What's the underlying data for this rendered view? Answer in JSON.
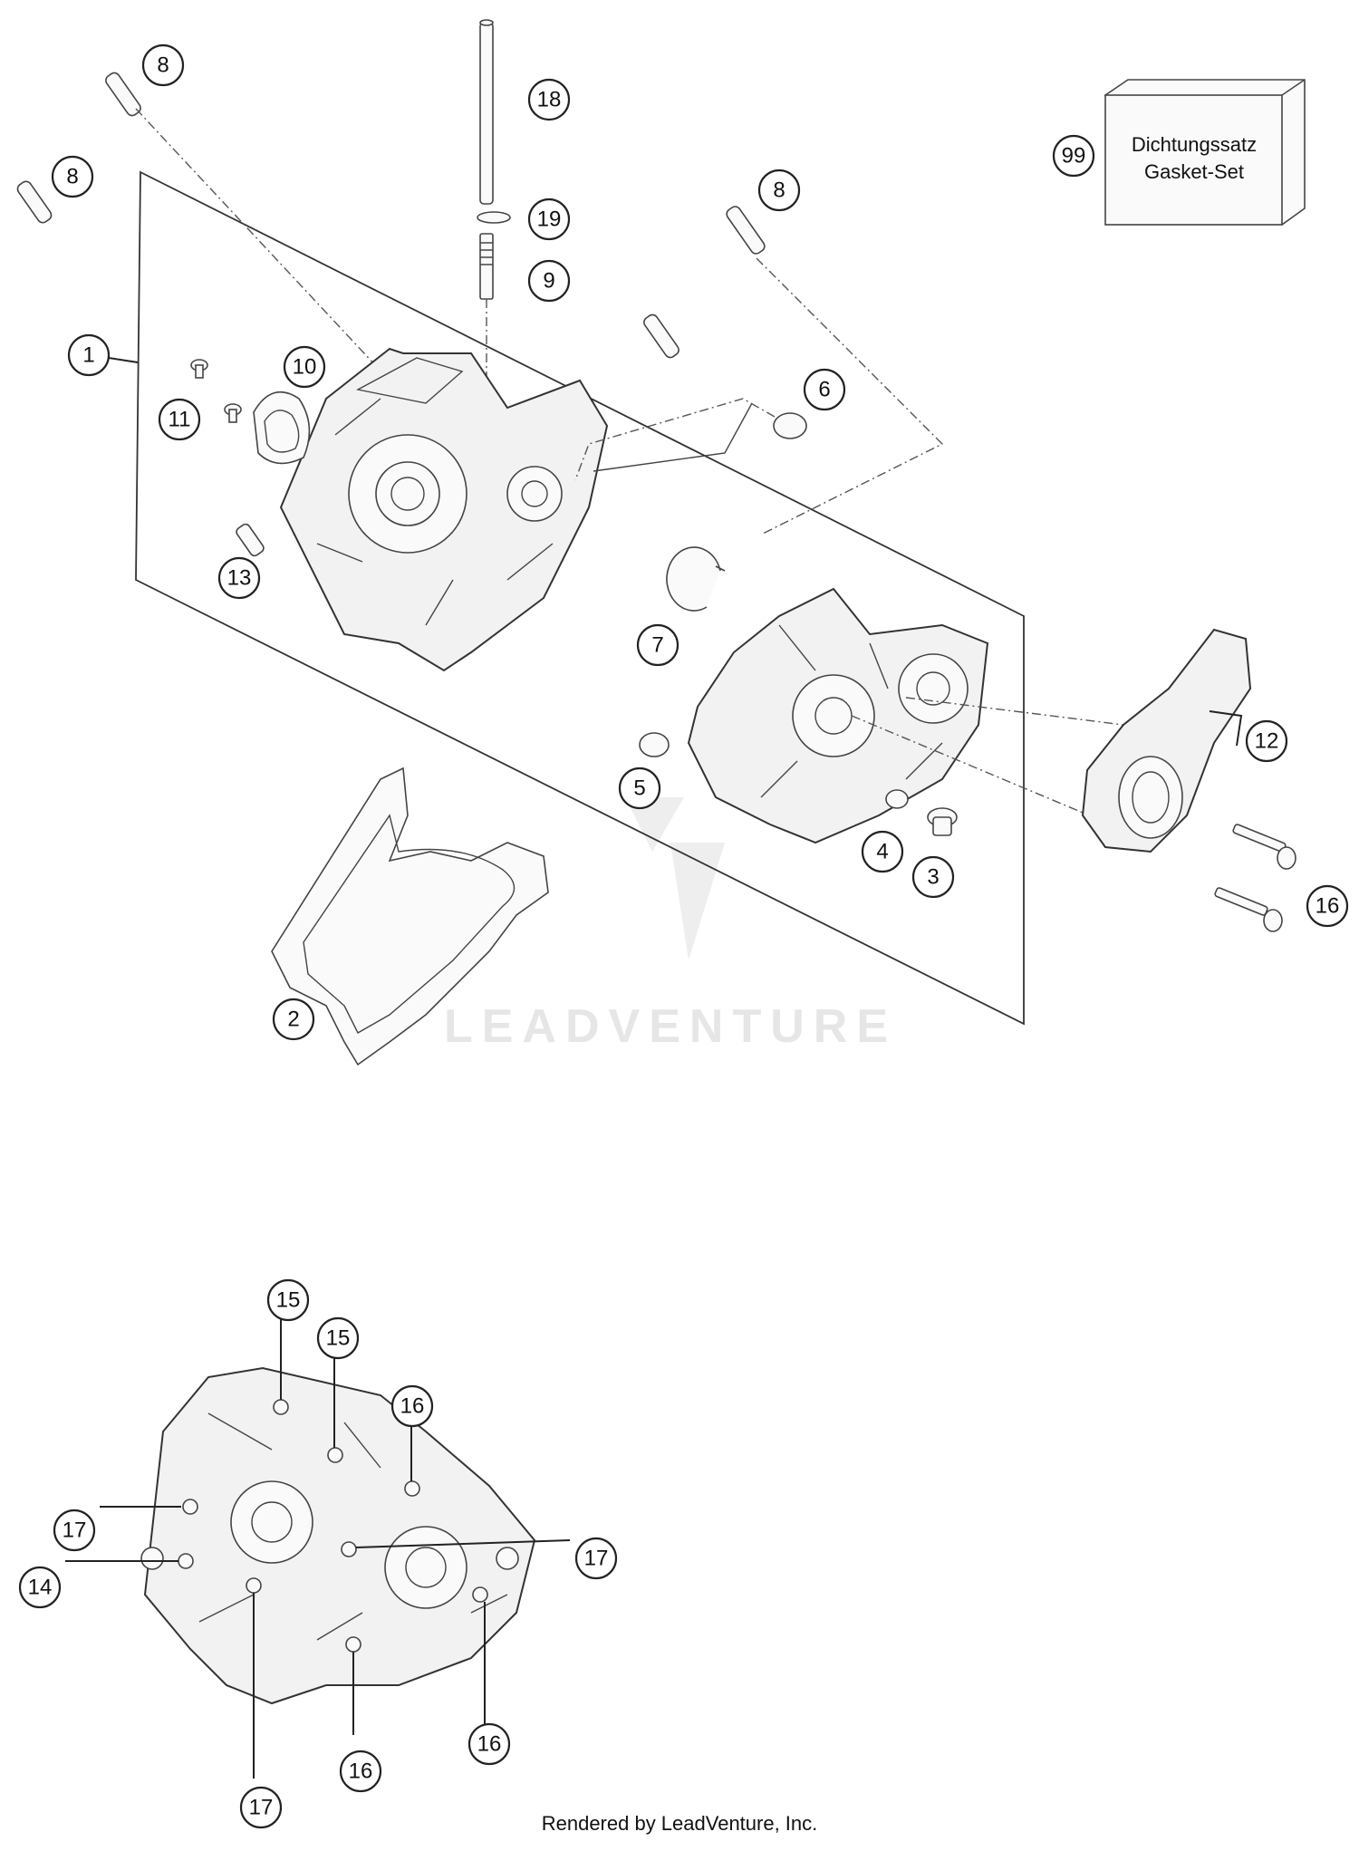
{
  "callouts": [
    {
      "label": "8"
    },
    {
      "label": "8"
    },
    {
      "label": "8"
    },
    {
      "label": "18"
    },
    {
      "label": "19"
    },
    {
      "label": "9"
    },
    {
      "label": "99"
    },
    {
      "label": "1"
    },
    {
      "label": "10"
    },
    {
      "label": "11"
    },
    {
      "label": "6"
    },
    {
      "label": "13"
    },
    {
      "label": "7"
    },
    {
      "label": "12"
    },
    {
      "label": "5"
    },
    {
      "label": "4"
    },
    {
      "label": "3"
    },
    {
      "label": "16"
    },
    {
      "label": "2"
    },
    {
      "label": "15"
    },
    {
      "label": "15"
    },
    {
      "label": "16"
    },
    {
      "label": "17"
    },
    {
      "label": "17"
    },
    {
      "label": "14"
    },
    {
      "label": "16"
    },
    {
      "label": "17"
    },
    {
      "label": "16"
    }
  ],
  "gasket_set": {
    "line1": "Dichtungssatz",
    "line2": "Gasket-Set"
  },
  "watermark": "LEADVENTURE",
  "footer": "Rendered by LeadVenture, Inc."
}
